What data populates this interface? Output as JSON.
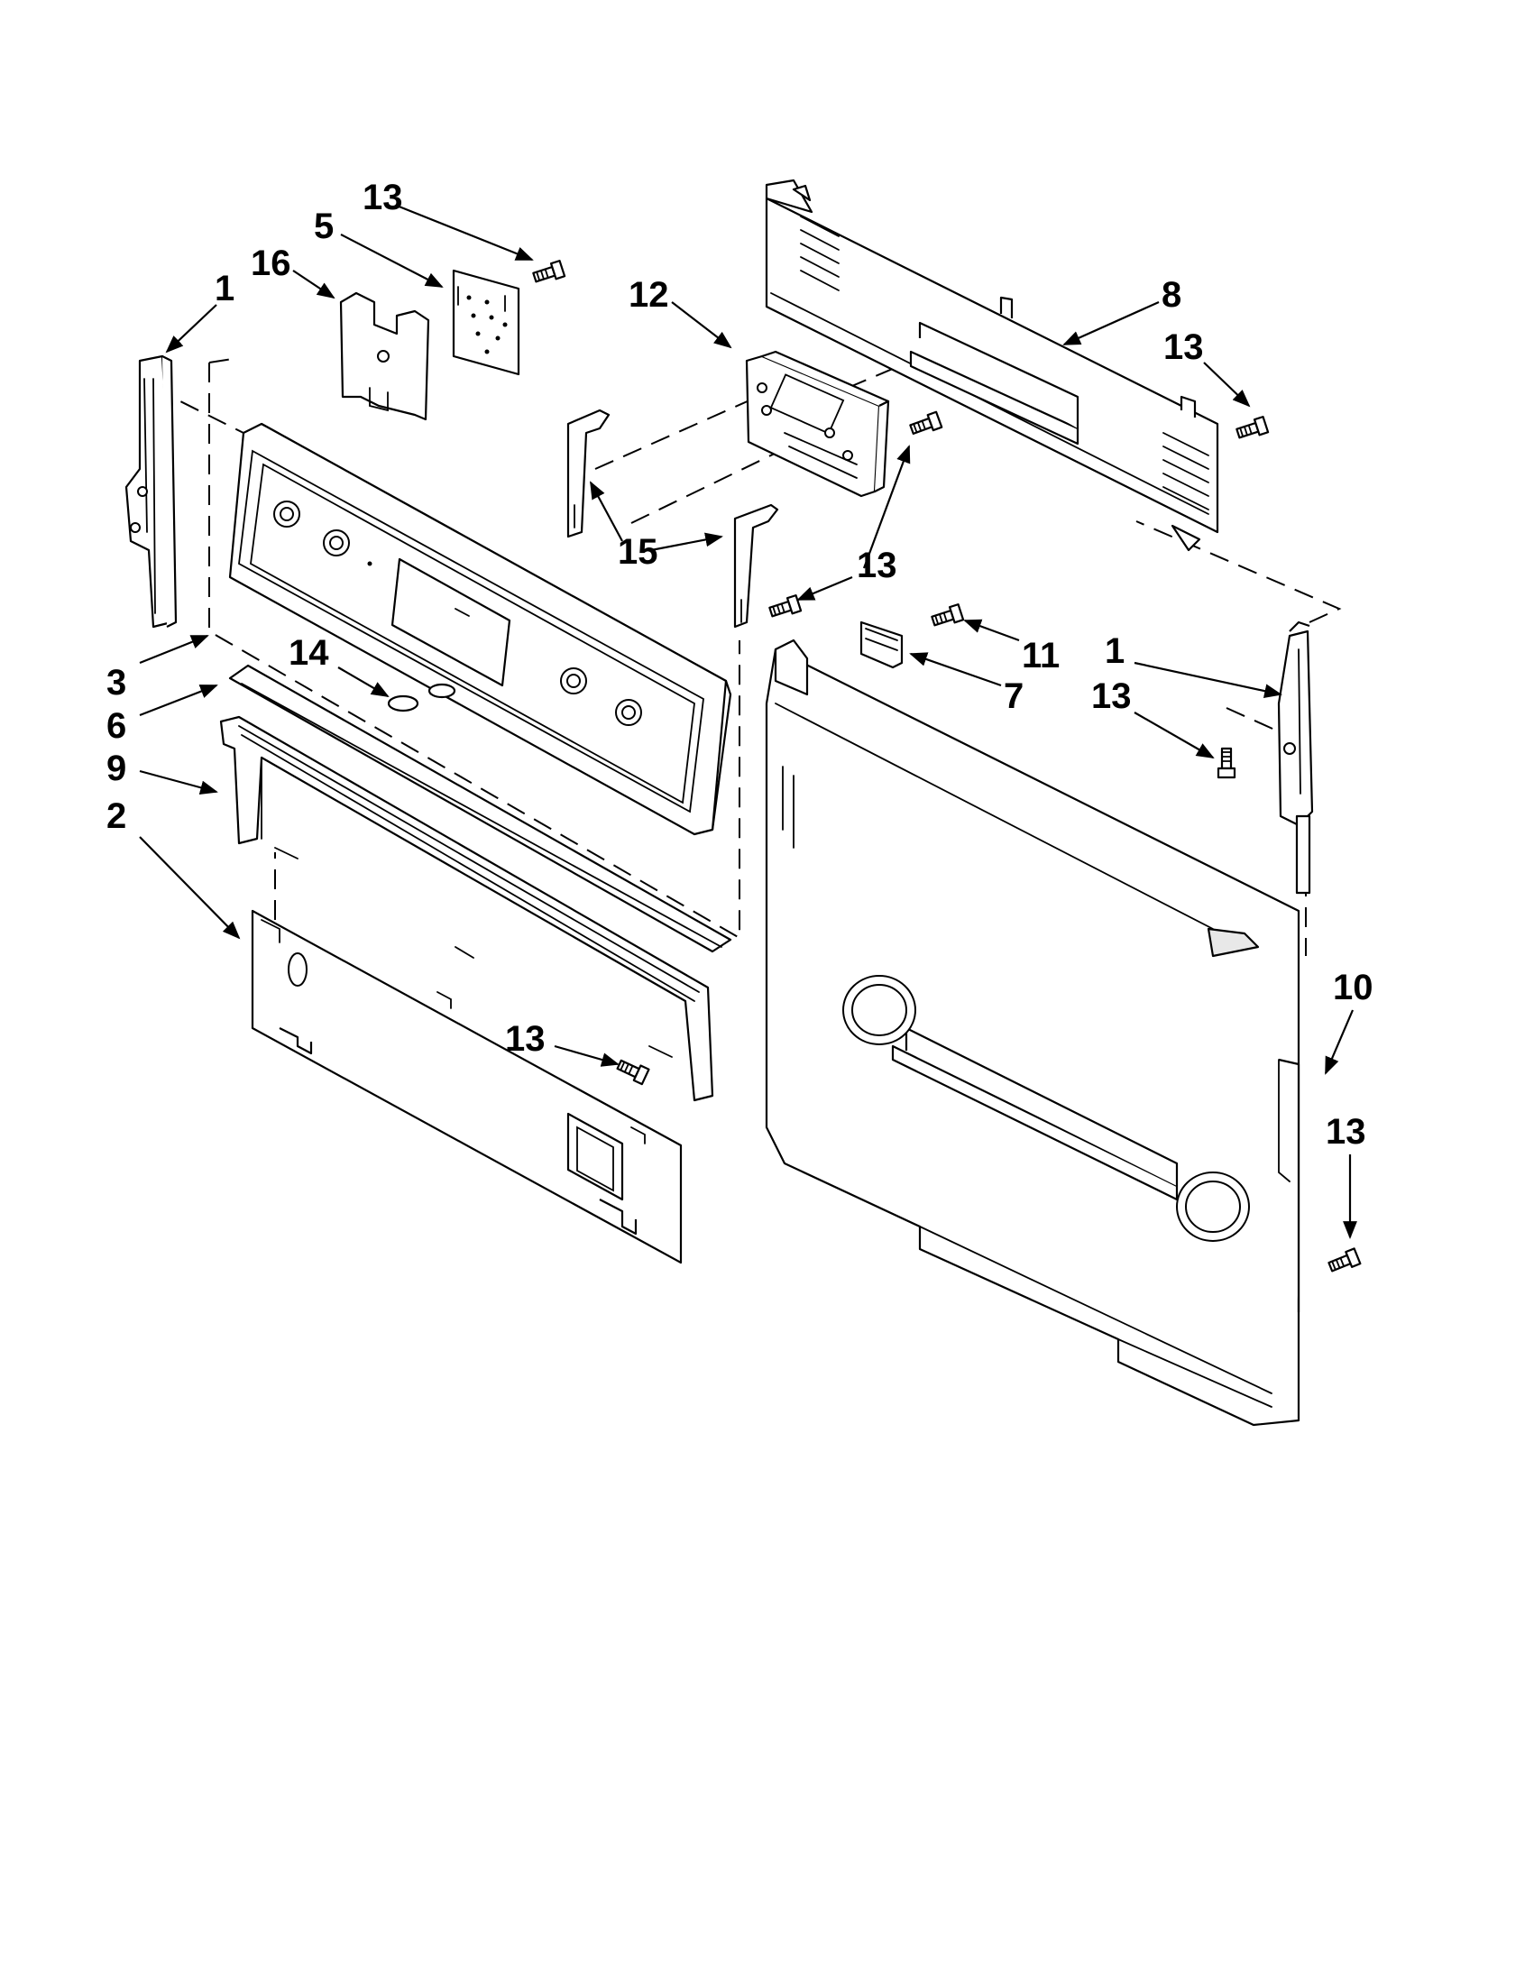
{
  "callouts": {
    "c1a": "1",
    "c1b": "1",
    "c2": "2",
    "c3": "3",
    "c5": "5",
    "c6": "6",
    "c7": "7",
    "c8": "8",
    "c9": "9",
    "c10": "10",
    "c11": "11",
    "c12": "12",
    "c13a": "13",
    "c13b": "13",
    "c13c": "13",
    "c13d": "13",
    "c13e": "13",
    "c13f": "13",
    "c14": "14",
    "c15": "15",
    "c16": "16"
  },
  "colors": {
    "line": "#000000",
    "background": "#ffffff"
  }
}
